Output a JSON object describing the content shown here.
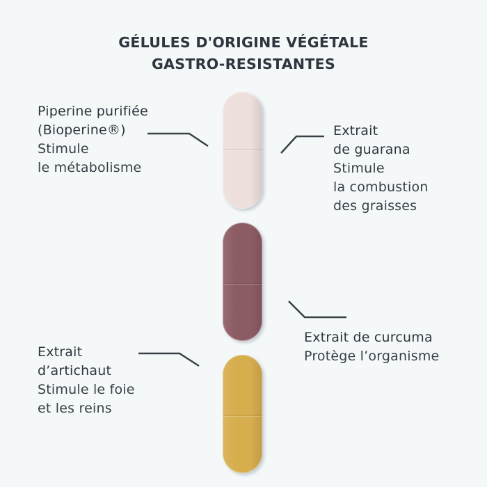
{
  "title": {
    "line1": "GÉLULES D'ORIGINE VÉGÉTALE",
    "line2": "GASTRO-RESISTANTES"
  },
  "colors": {
    "background": "#f4f8f9",
    "text": "#2f343d",
    "line": "#3a3f48",
    "capsule_white": "#ede0dc",
    "capsule_red": "#8c5c64",
    "capsule_yellow": "#d7ae4e"
  },
  "ingredients": [
    {
      "id": "piperine",
      "head_lines": [
        "Piperine purifiée",
        "(Bioperine®)"
      ],
      "desc_lines": [
        "Stimule",
        "le métabolisme"
      ]
    },
    {
      "id": "guarana",
      "head_lines": [
        "Extrait",
        "de guarana"
      ],
      "desc_lines": [
        "Stimule",
        "la combustion",
        "des graisses"
      ]
    },
    {
      "id": "curcuma",
      "head_lines": [
        "Extrait de curcuma"
      ],
      "desc_lines": [
        "Protège l’organisme"
      ]
    },
    {
      "id": "artichaut",
      "head_lines": [
        "Extrait",
        "d’artichaut"
      ],
      "desc_lines": [
        "Stimule le foie",
        "et les reins"
      ]
    }
  ],
  "capsules": [
    {
      "name": "top-capsule",
      "color_key": "capsule_white"
    },
    {
      "name": "middle-capsule",
      "color_key": "capsule_red"
    },
    {
      "name": "bottom-capsule",
      "color_key": "capsule_yellow"
    }
  ]
}
